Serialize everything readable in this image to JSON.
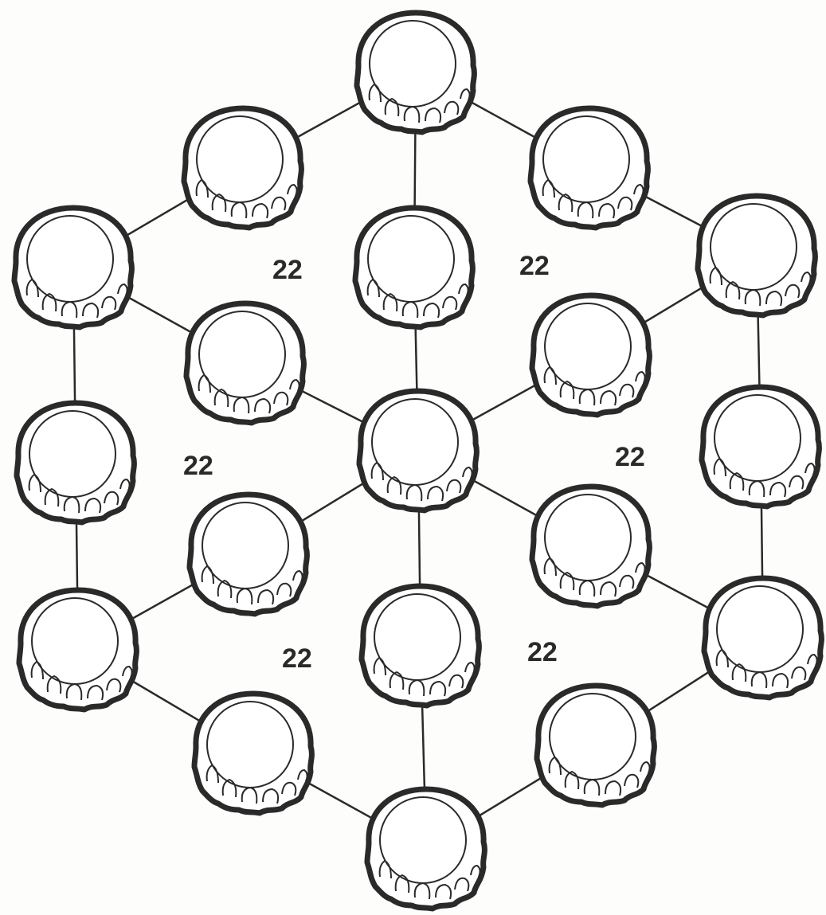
{
  "puzzle": {
    "region_sums": [
      "22",
      "22",
      "22",
      "22",
      "22",
      "22"
    ],
    "ink_color": "#2a2a2a",
    "paper_color": "#fdfdfb",
    "node_shape": "bottle-cap",
    "node_count": 19,
    "node_values": []
  }
}
